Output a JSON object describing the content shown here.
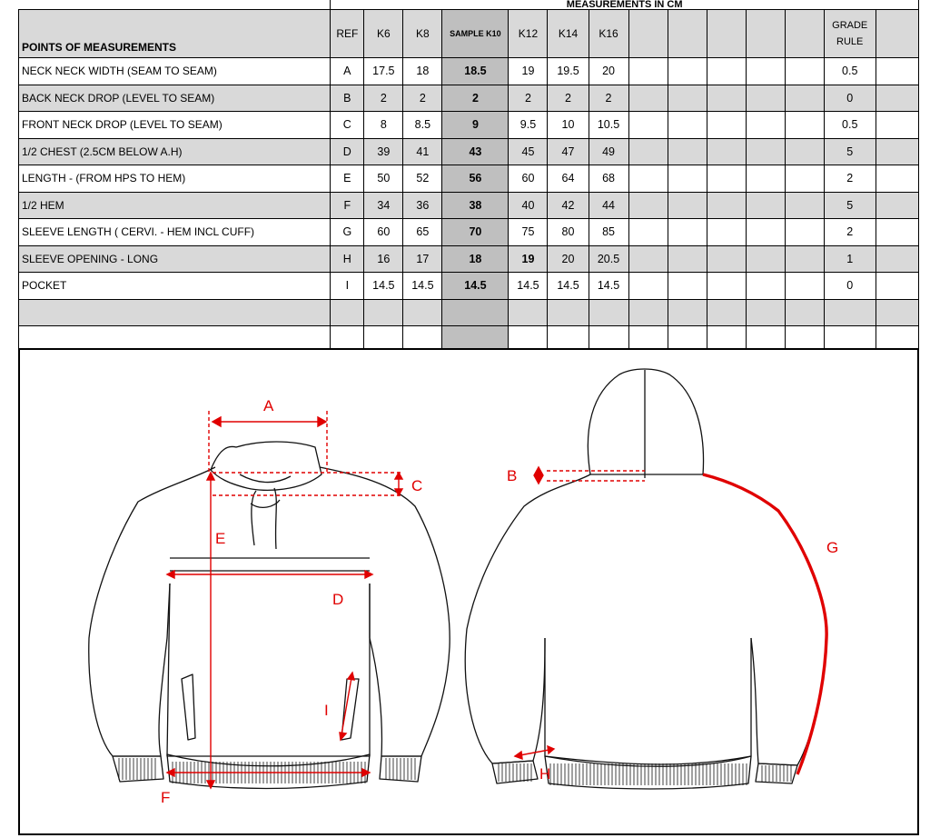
{
  "header": {
    "group_title": "MEASUREMENTS IN CM",
    "pom_title": "POINTS OF MEASUREMENTS",
    "ref": "REF",
    "sizes": [
      "K6",
      "K8",
      "SAMPLE K10",
      "K12",
      "K14",
      "K16"
    ],
    "grade_rule": [
      "GRADE",
      "RULE"
    ]
  },
  "rows": [
    {
      "pom": "NECK  NECK WIDTH (SEAM TO SEAM)",
      "ref": "A",
      "vals": [
        "17.5",
        "18",
        "18.5",
        "19",
        "19.5",
        "20"
      ],
      "grade": "0.5"
    },
    {
      "pom": "BACK NECK DROP (LEVEL TO SEAM)",
      "ref": "B",
      "vals": [
        "2",
        "2",
        "2",
        "2",
        "2",
        "2"
      ],
      "grade": "0"
    },
    {
      "pom": "FRONT NECK DROP (LEVEL TO SEAM)",
      "ref": "C",
      "vals": [
        "8",
        "8.5",
        "9",
        "9.5",
        "10",
        "10.5"
      ],
      "grade": "0.5"
    },
    {
      "pom": "1/2 CHEST (2.5CM BELOW A.H)",
      "ref": "D",
      "vals": [
        "39",
        "41",
        "43",
        "45",
        "47",
        "49"
      ],
      "grade": "5"
    },
    {
      "pom": "LENGTH - (FROM HPS TO HEM)",
      "ref": "E",
      "vals": [
        "50",
        "52",
        "56",
        "60",
        "64",
        "68"
      ],
      "grade": "2"
    },
    {
      "pom": "1/2 HEM",
      "ref": "F",
      "vals": [
        "34",
        "36",
        "38",
        "40",
        "42",
        "44"
      ],
      "grade": "5"
    },
    {
      "pom": "SLEEVE LENGTH ( CERVI. - HEM INCL CUFF)",
      "ref": "G",
      "vals": [
        "60",
        "65",
        "70",
        "75",
        "80",
        "85"
      ],
      "grade": "2"
    },
    {
      "pom": "SLEEVE OPENING - LONG",
      "ref": "H",
      "vals": [
        "16",
        "17",
        "18",
        "19",
        "20",
        "20.5"
      ],
      "grade": "1"
    },
    {
      "pom": "POCKET",
      "ref": "I",
      "vals": [
        "14.5",
        "14.5",
        "14.5",
        "14.5",
        "14.5",
        "14.5"
      ],
      "grade": "0"
    }
  ],
  "sketch_labels": {
    "A": "A",
    "B": "B",
    "C": "C",
    "D": "D",
    "E": "E",
    "F": "F",
    "G": "G",
    "H": "H",
    "I": "I"
  },
  "colors": {
    "shade": "#d9d9d9",
    "sample": "#bfbfbf",
    "measure": "#e00000"
  }
}
